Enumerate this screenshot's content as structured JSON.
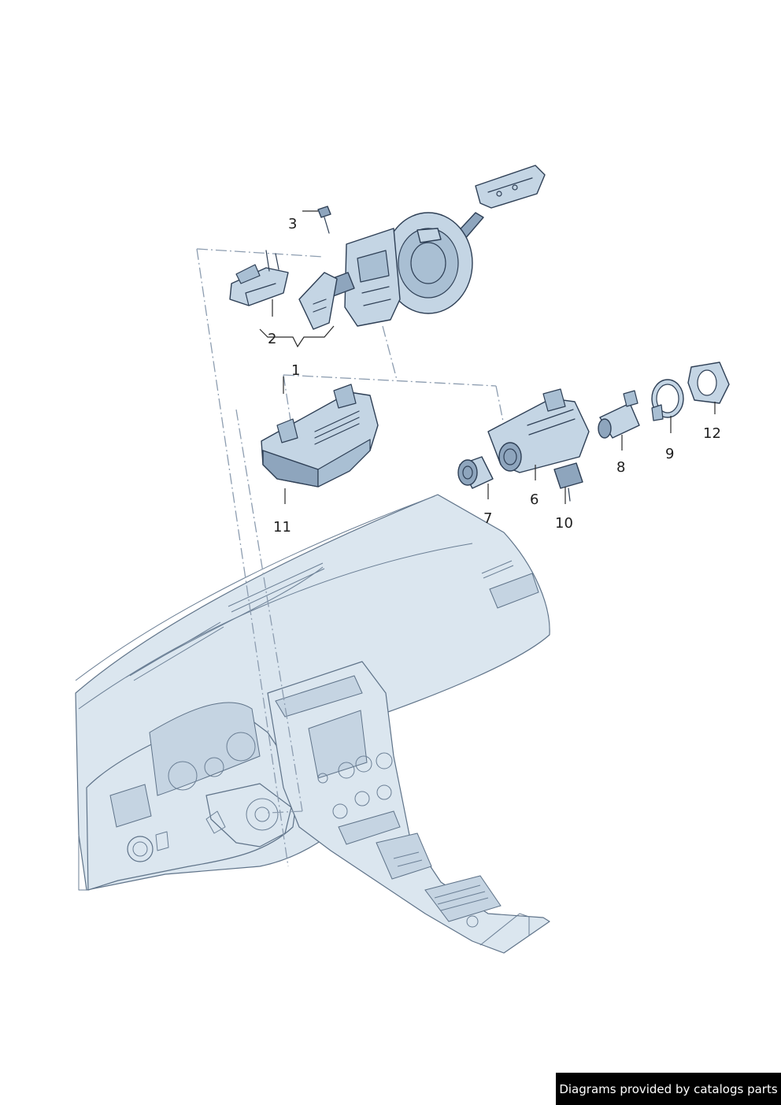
{
  "diagram": {
    "callouts": [
      {
        "id": "1",
        "label": "1"
      },
      {
        "id": "2",
        "label": "2"
      },
      {
        "id": "3",
        "label": "3"
      },
      {
        "id": "6",
        "label": "6"
      },
      {
        "id": "7",
        "label": "7"
      },
      {
        "id": "8",
        "label": "8"
      },
      {
        "id": "9",
        "label": "9"
      },
      {
        "id": "10",
        "label": "10"
      },
      {
        "id": "11",
        "label": "11"
      },
      {
        "id": "12",
        "label": "12"
      }
    ],
    "colors": {
      "part_fill": "#c4d5e4",
      "part_outline": "#2e3f55",
      "dashboard_fill": "#dbe6ef",
      "reference_line": "#8d9db0"
    }
  },
  "footer": {
    "text": "Diagrams provided by catalogs parts"
  }
}
